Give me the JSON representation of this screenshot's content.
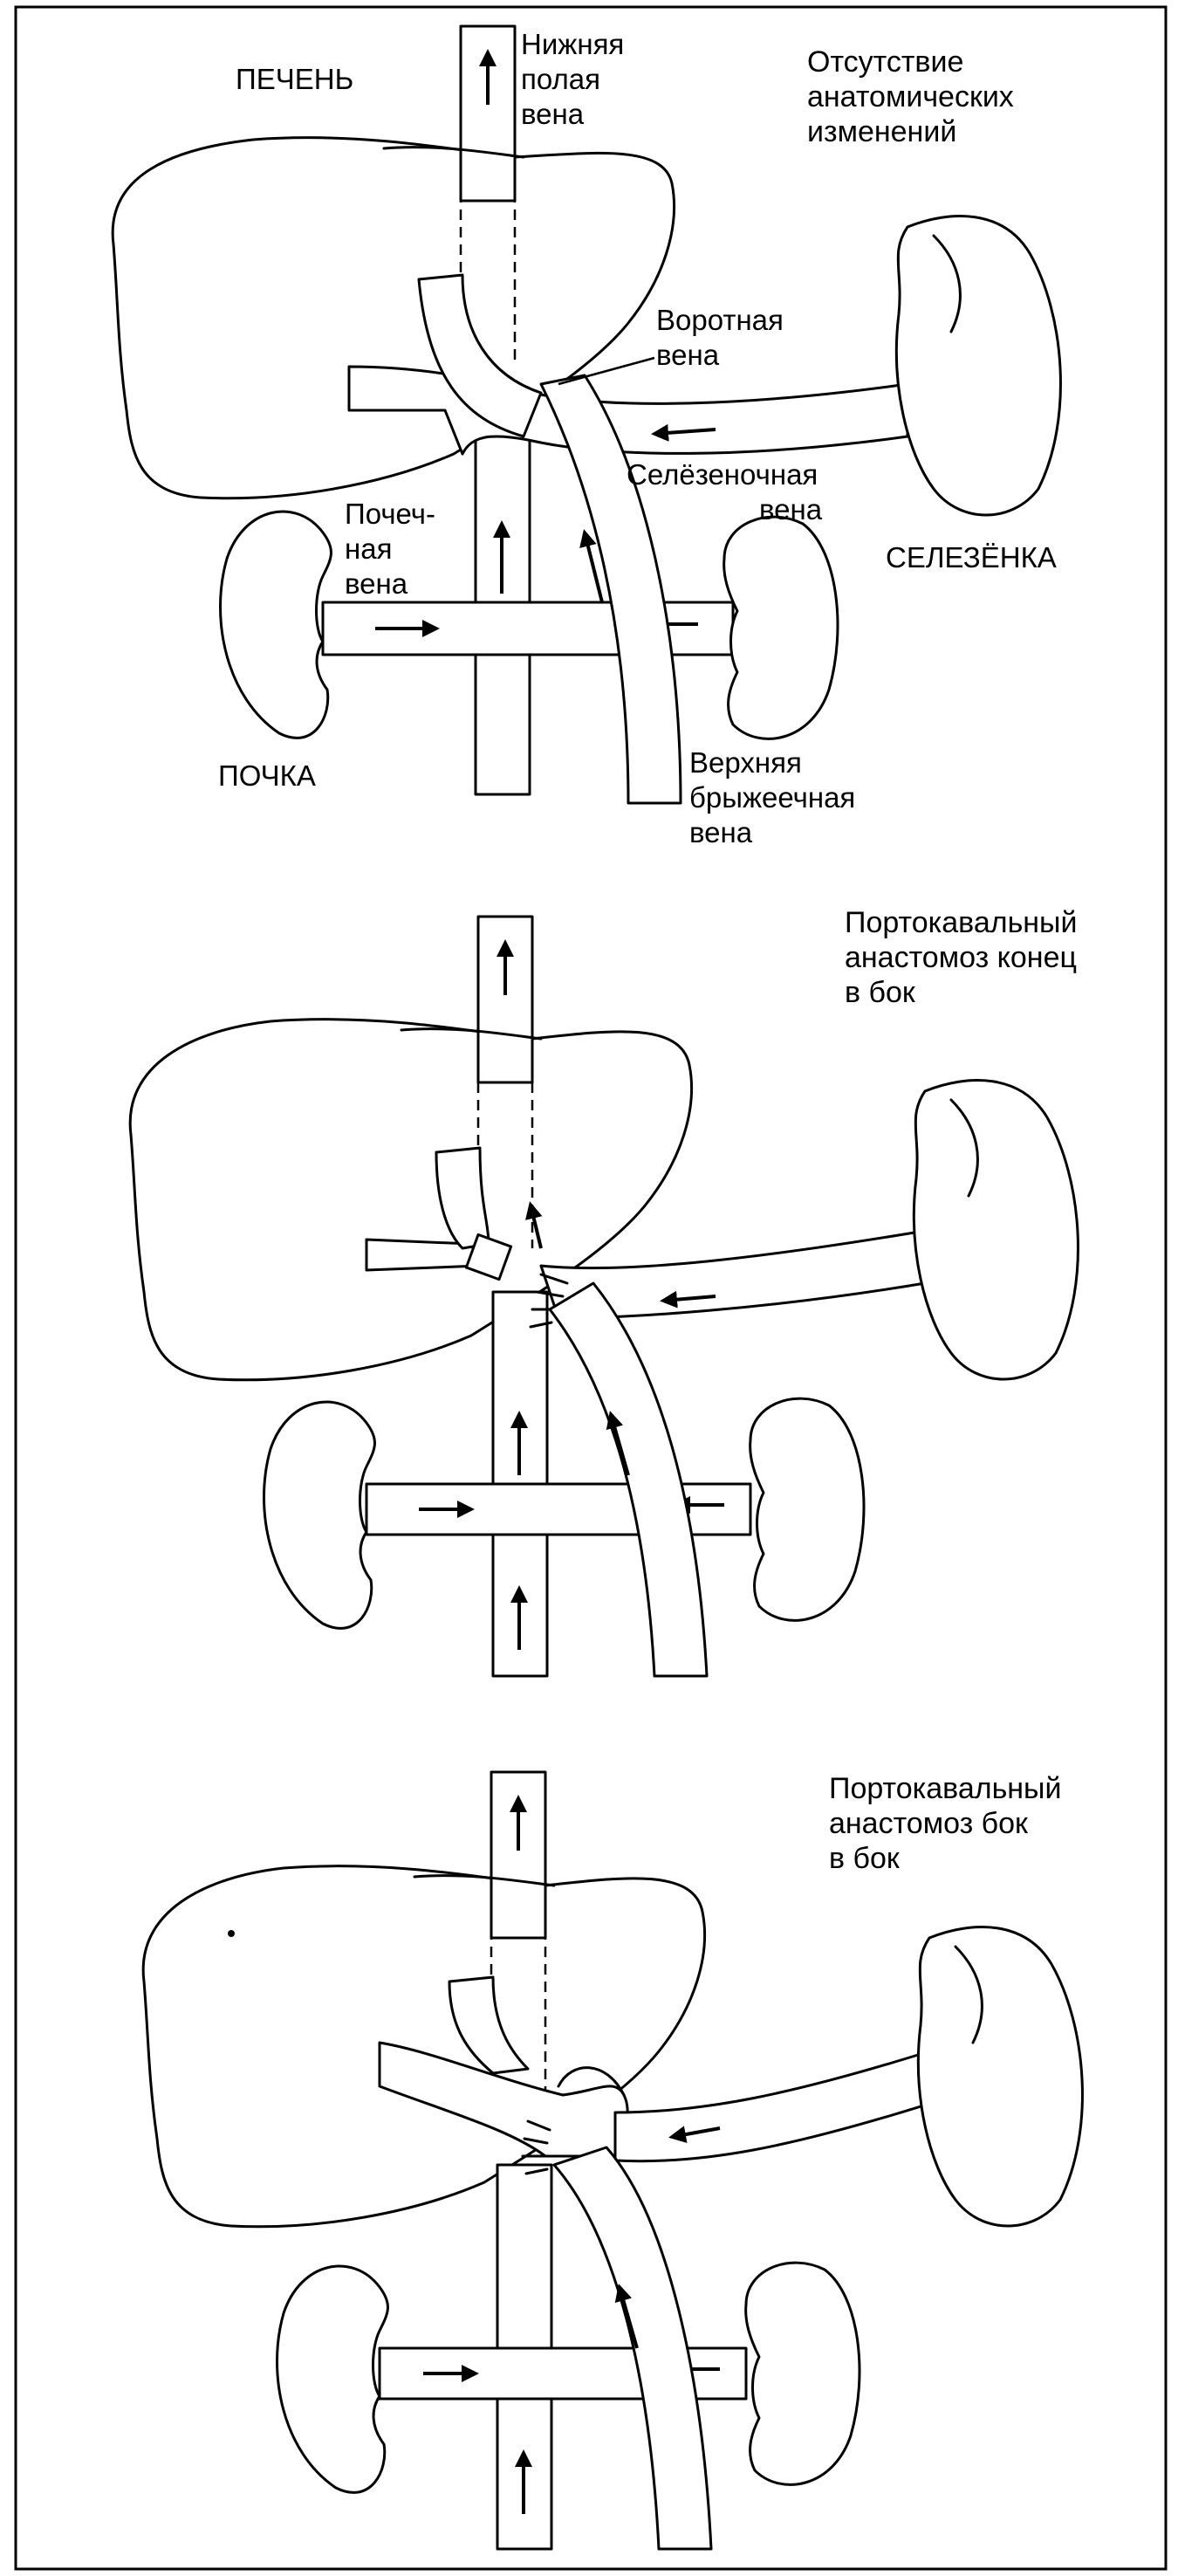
{
  "panel1": {
    "caption_lines": [
      "Отсутствие",
      "анатомических",
      "изменений"
    ],
    "labels": {
      "liver": "ПЕЧЕНЬ",
      "ivc_lines": [
        "Нижняя",
        "полая",
        "вена"
      ],
      "portal_lines": [
        "Воротная",
        "вена"
      ],
      "splenic_lines": [
        "Селёзеночная",
        "вена"
      ],
      "spleen": "СЕЛЕЗЁНКА",
      "renal_lines": [
        "Почеч-",
        "ная",
        "вена"
      ],
      "kidney": "ПОЧКА",
      "sma_lines": [
        "Верхняя",
        "брыжеечная",
        "вена"
      ]
    }
  },
  "panel2": {
    "caption_lines": [
      "Портокавальный",
      "анастомоз конец",
      "в бок"
    ]
  },
  "panel3": {
    "caption_lines": [
      "Портокавальный",
      "анастомоз бок",
      "в бок"
    ]
  }
}
